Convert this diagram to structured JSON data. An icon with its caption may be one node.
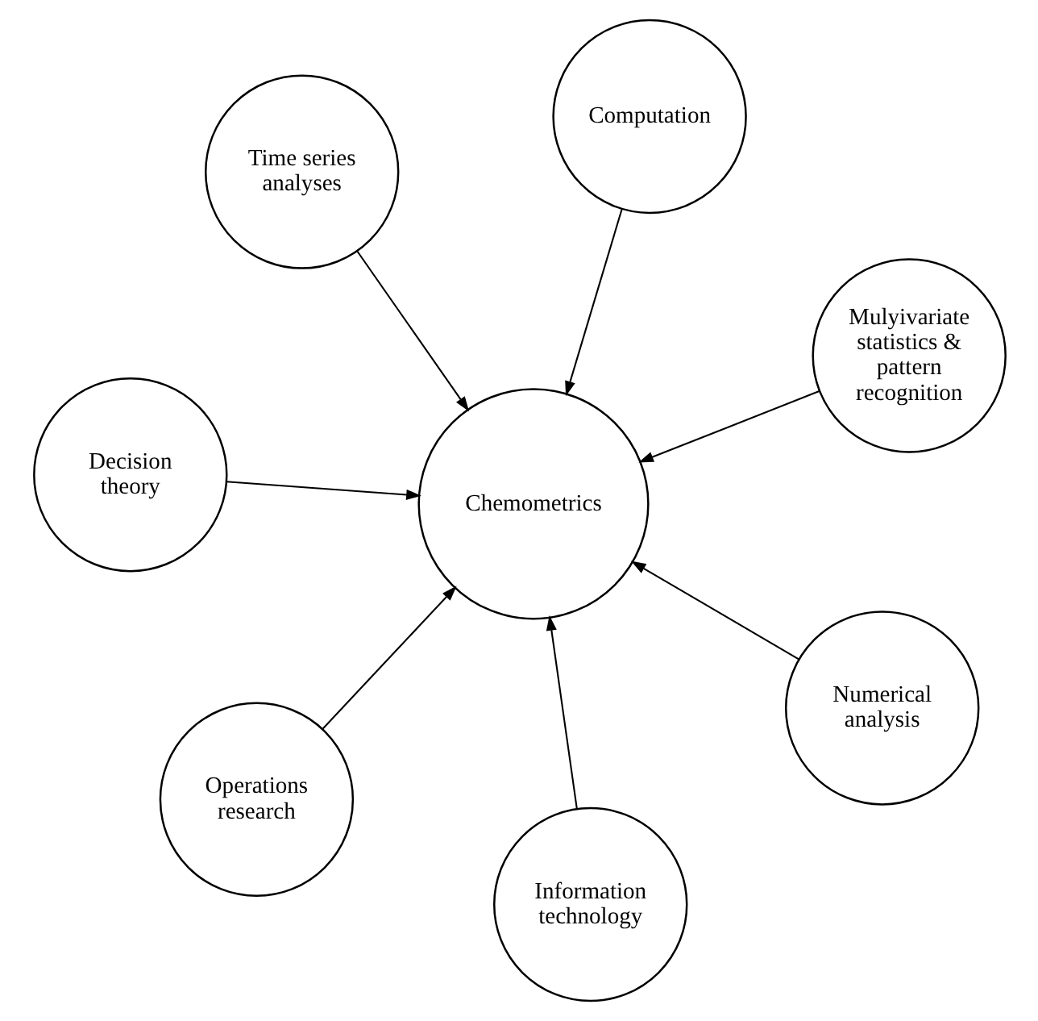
{
  "diagram": {
    "nodes": [
      {
        "text": [
          "Time series analyses"
        ]
      },
      {
        "text": [
          "Mulyivariate statistics & pattern recognition"
        ]
      },
      {
        "text": [
          "Information technology"
        ]
      },
      {
        "text": [
          "Chemometrics"
        ]
      },
      {
        "text": [
          "Computation"
        ]
      },
      {
        "text": [
          "Decision theory"
        ]
      },
      {
        "text": [
          "Operations research"
        ]
      },
      {
        "text": [
          "Numerical analysis"
        ]
      }
    ],
    "edges": [
      {
        "from": 0,
        "to": 3,
        "arrow": "to"
      },
      {
        "from": 2,
        "to": 3,
        "arrow": "to"
      },
      {
        "from": 4,
        "to": 3,
        "arrow": "to"
      },
      {
        "from": 7,
        "to": 3,
        "arrow": "to"
      },
      {
        "from": 6,
        "to": 3,
        "arrow": "to"
      },
      {
        "from": 5,
        "to": 3,
        "arrow": "to"
      },
      {
        "from": 1,
        "to": 3,
        "arrow": "to"
      }
    ]
  }
}
